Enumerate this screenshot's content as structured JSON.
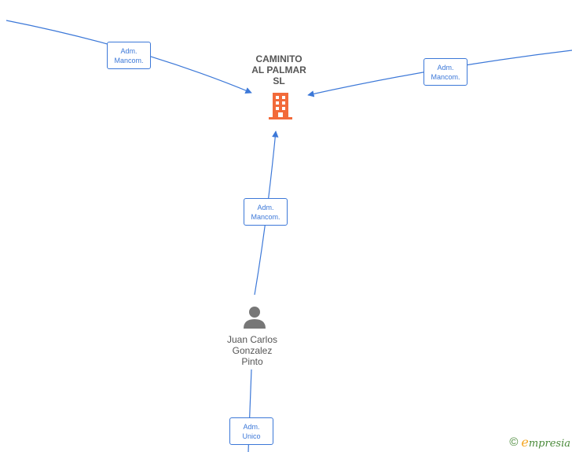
{
  "company": {
    "lines": [
      "CAMINITO",
      "AL PALMAR",
      "SL"
    ]
  },
  "person": {
    "lines": [
      "Juan Carlos",
      "Gonzalez",
      "Pinto"
    ]
  },
  "relations": [
    {
      "id": "top-left",
      "line1": "Adm.",
      "line2": "Mancom."
    },
    {
      "id": "top-right",
      "line1": "Adm.",
      "line2": "Mancom."
    },
    {
      "id": "person-to-company",
      "line1": "Adm.",
      "line2": "Mancom."
    },
    {
      "id": "bottom",
      "line1": "Adm.",
      "line2": "Unico"
    }
  ],
  "brand": {
    "symbol": "©",
    "initial": "e",
    "rest": "mpresia"
  },
  "colors": {
    "edge": "#3c78d8",
    "company_icon": "#f26a3a",
    "person_icon": "#777777",
    "brand": "#4a8a3a"
  },
  "icons": {
    "company": "building-icon",
    "person": "person-icon"
  }
}
